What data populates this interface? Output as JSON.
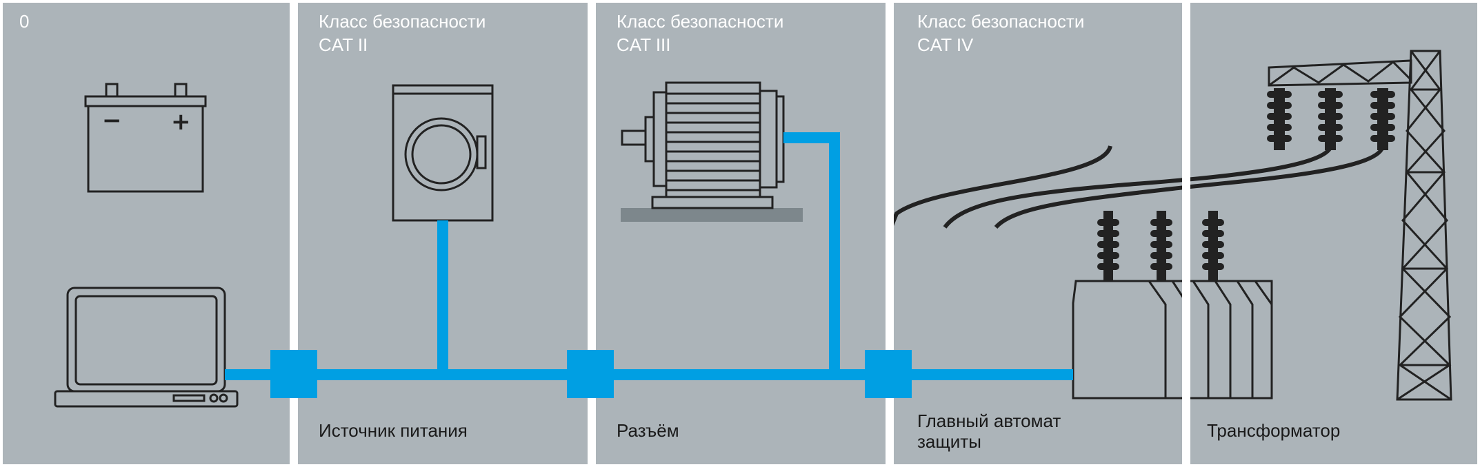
{
  "zones": [
    {
      "top": [
        "0"
      ],
      "bottom": []
    },
    {
      "top": [
        "Класс безопасности",
        "CAT II"
      ],
      "bottom": [
        "Источник питания"
      ]
    },
    {
      "top": [
        "Класс безопасности",
        "CAT III"
      ],
      "bottom": [
        "Разъём"
      ]
    },
    {
      "top": [
        "Класс безопасности",
        "CAT IV"
      ],
      "bottom": [
        "Главный автомат",
        "защиты"
      ]
    },
    {
      "top": [],
      "bottom": [
        "Трансформатор"
      ]
    }
  ],
  "battery": {
    "minus": "−",
    "plus": "+"
  },
  "colors": {
    "panel": "#acb4b9",
    "divider": "#ffffff",
    "wire": "#009fe3",
    "line": "#222222",
    "base": "#7d878c"
  }
}
